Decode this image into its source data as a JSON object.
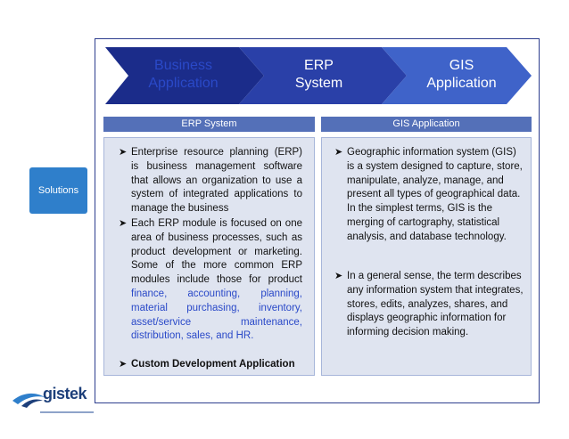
{
  "process": {
    "steps": [
      {
        "line1": "Business",
        "line2": "Application"
      },
      {
        "line1": "ERP",
        "line2": "System"
      },
      {
        "line1": "GIS",
        "line2": "Application"
      }
    ],
    "colors": {
      "dark": "#1b2c8a",
      "light": "#3f63c9",
      "highlight_text": "#2a49c8"
    }
  },
  "sidebar": {
    "label": "Solutions"
  },
  "columns": {
    "left": {
      "header": "ERP System",
      "b1": "Enterprise resource planning (ERP) is business management software that allows an organization to use a system of integrated applications to manage the business",
      "b2_text": "Each ERP module is focused on one area of business processes, such as product development or marketing. Some of the more common ERP modules include those for product",
      "b2_highlight": "finance, accounting, planning, material purchasing, inventory, asset/service maintenance, distribution, sales, and HR.",
      "b3": "Custom Development Application"
    },
    "right": {
      "header": "GIS Application",
      "b1": "Geographic information system (GIS) is a system designed to capture, store, manipulate, analyze, manage, and present all types of geographical data. In the simplest terms, GIS is the merging of cartography, statistical analysis, and database technology.",
      "b2": "In a general sense, the term describes any information system that integrates, stores, edits, analyzes, shares, and displays geographic information for informing decision making."
    }
  },
  "logo": {
    "text": "gistek"
  }
}
